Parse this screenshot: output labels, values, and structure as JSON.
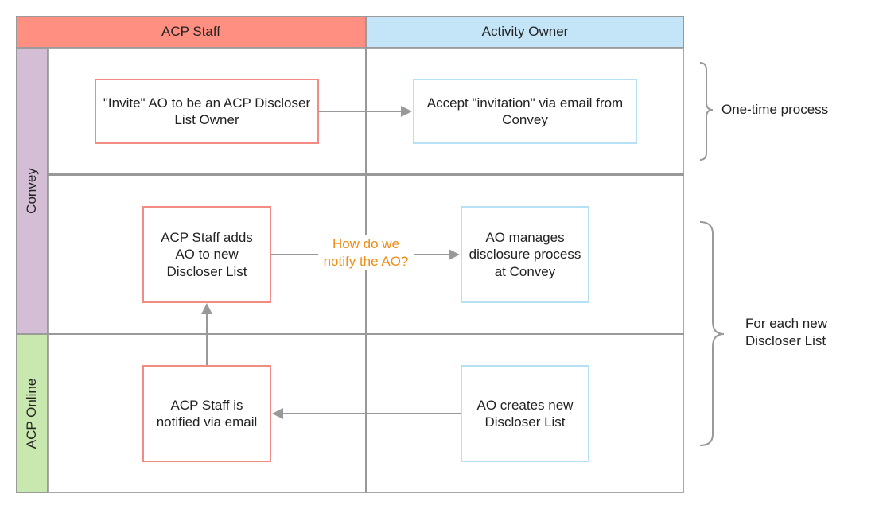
{
  "columns": {
    "staff": {
      "label": "ACP Staff",
      "color": "#ff8f80"
    },
    "owner": {
      "label": "Activity Owner",
      "color": "#c3e5f7"
    }
  },
  "lanes": {
    "convey": {
      "label": "Convey",
      "color": "#d3bed5"
    },
    "acp_online": {
      "label": "ACP Online",
      "color": "#c8e8b0"
    }
  },
  "boxes": {
    "invite": "\"Invite\" AO to be an ACP Discloser List Owner",
    "accept": "Accept \"invitation\" via email from Convey",
    "staff_adds": "ACP Staff adds AO to new Discloser List",
    "ao_manages": "AO manages disclosure process at Convey",
    "staff_notified": "ACP Staff is notified via email",
    "ao_creates": "AO creates new Discloser List"
  },
  "question": "How do we notify the AO?",
  "annotations": {
    "one_time": "One-time process",
    "each_new": "For each new Discloser List"
  },
  "colors": {
    "staff_border": "#f28b82",
    "owner_border": "#b6e0f3",
    "question_text": "#f08c17",
    "lines": "#999999"
  }
}
